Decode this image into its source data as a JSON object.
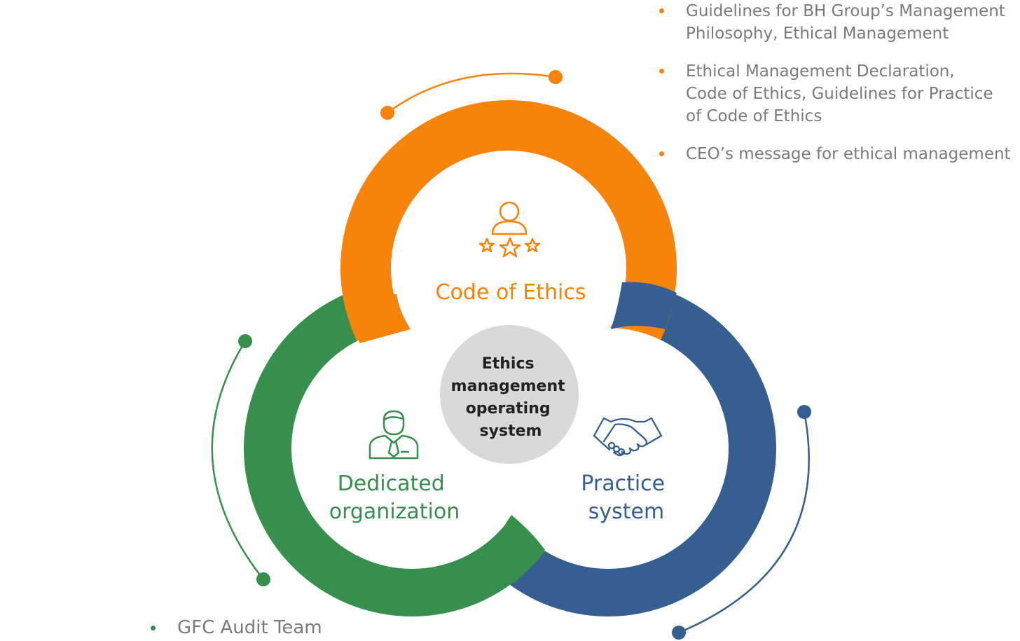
{
  "center_label": [
    "Ethics",
    "management",
    "operating",
    "system"
  ],
  "colors": {
    "orange": "#F7830A",
    "green": "#378F4E",
    "blue": "#355E91",
    "center_fill": "#D9D9D9",
    "bullet_text": "#7A7A7A",
    "center_text": "#222222"
  },
  "rings": [
    {
      "id": "code-of-ethics",
      "label": [
        "Code of Ethics"
      ],
      "color": "#F7830A",
      "icon": "person-three-stars-icon"
    },
    {
      "id": "dedicated-organization",
      "label": [
        "Dedicated",
        "organization"
      ],
      "color": "#378F4E",
      "icon": "businessman-tie-icon"
    },
    {
      "id": "practice-system",
      "label": [
        "Practice",
        "system"
      ],
      "color": "#355E91",
      "icon": "handshake-icon"
    }
  ],
  "bullets": {
    "code_of_ethics": [
      "Guidelines for BH Group’s Management\nPhilosophy, Ethical Management",
      "Ethical Management Declaration,\nCode of Ethics, Guidelines for Practice\nof Code of Ethics",
      "CEO’s message for ethical management"
    ],
    "dedicated_organization": [
      "GFC Audit Team"
    ]
  }
}
